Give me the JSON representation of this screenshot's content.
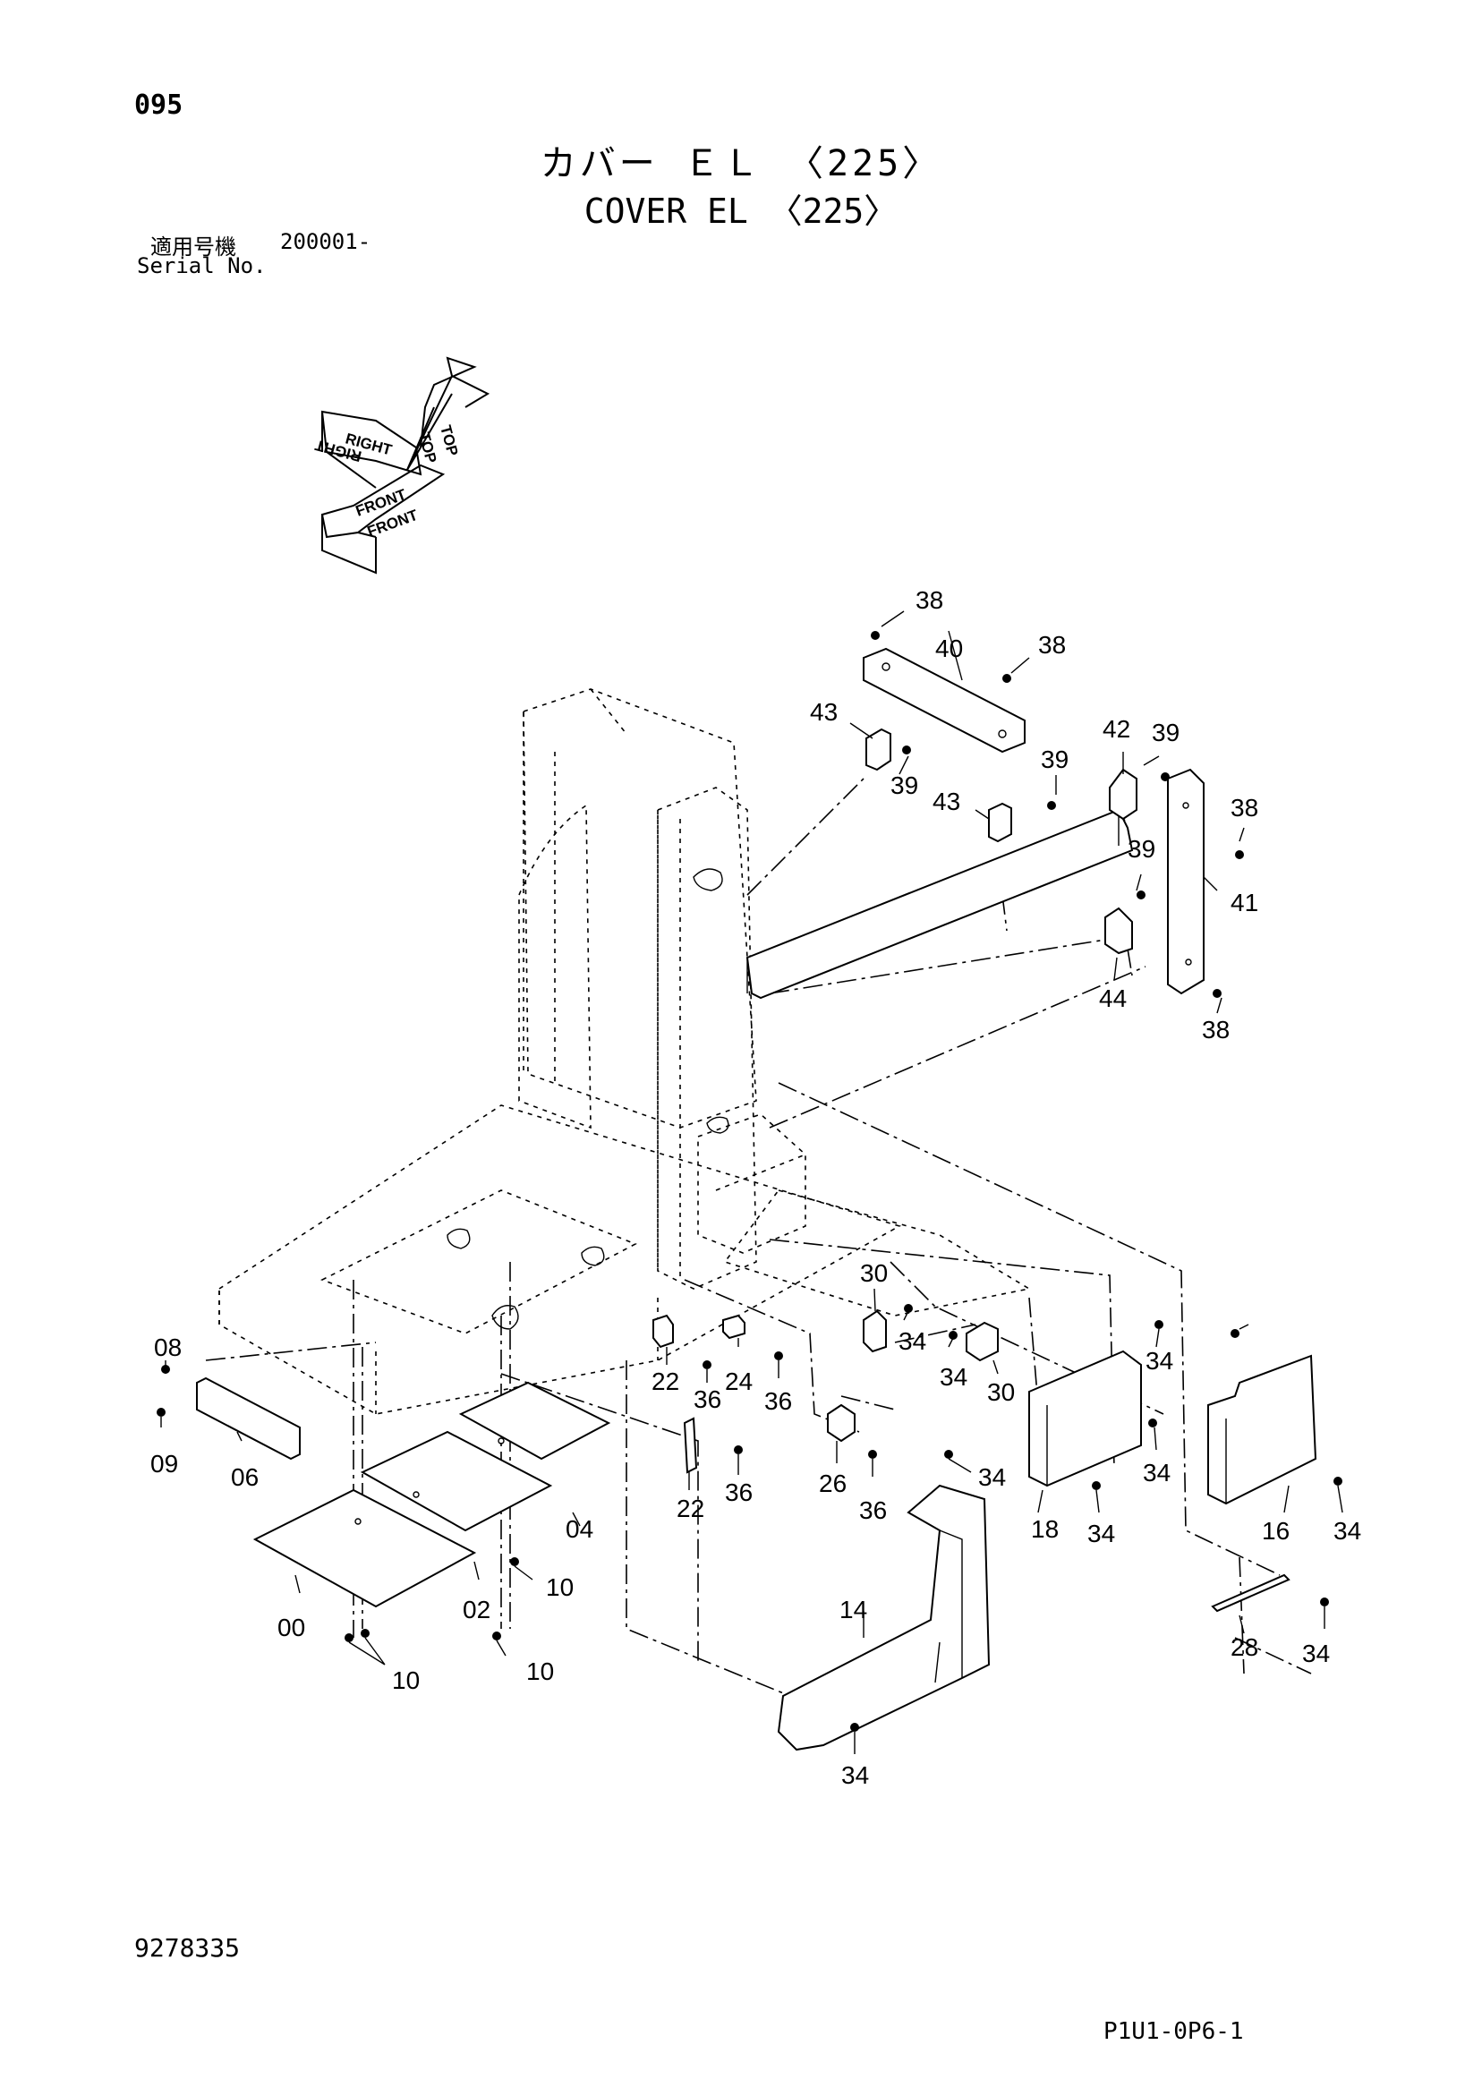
{
  "header": {
    "page_number": "095",
    "title_jp": "カバー ＥＬ 〈225〉",
    "title_en": "COVER EL 〈225〉",
    "serial_label_jp": "適用号機",
    "serial_value": "200001-",
    "serial_label_en": "Serial No."
  },
  "orientation": {
    "top": "TOP",
    "right": "RIGHT",
    "front": "FRONT"
  },
  "callouts": [
    "38",
    "40",
    "38",
    "43",
    "39",
    "39",
    "43",
    "42",
    "39",
    "38",
    "39",
    "41",
    "44",
    "38",
    "30",
    "34",
    "34",
    "30",
    "34",
    "22",
    "36",
    "24",
    "36",
    "08",
    "09",
    "06",
    "22",
    "36",
    "26",
    "36",
    "34",
    "18",
    "34",
    "34",
    "16",
    "34",
    "04",
    "00",
    "02",
    "10",
    "10",
    "10",
    "14",
    "28",
    "34",
    "34"
  ],
  "footer": {
    "doc_number": "9278335",
    "sheet_code": "P1U1-0P6-1"
  }
}
